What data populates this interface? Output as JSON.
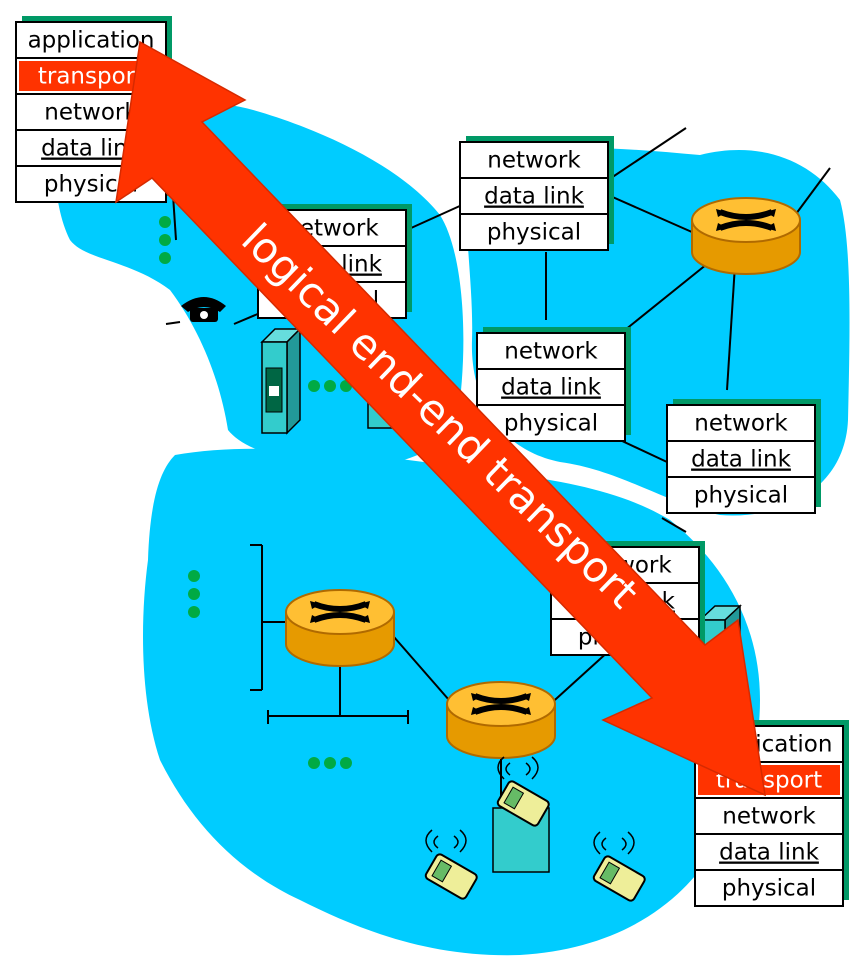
{
  "stacks": {
    "host_left": {
      "layers": [
        {
          "name": "application",
          "highlight": false,
          "underline": false
        },
        {
          "name": "transport",
          "highlight": true,
          "underline": false
        },
        {
          "name": "network",
          "highlight": false,
          "underline": false
        },
        {
          "name": "data link",
          "highlight": false,
          "underline": true
        },
        {
          "name": "physical",
          "highlight": false,
          "underline": false
        }
      ]
    },
    "router_top_center": {
      "layers": [
        {
          "name": "network",
          "highlight": false,
          "underline": false
        },
        {
          "name": "data link",
          "highlight": false,
          "underline": true
        },
        {
          "name": "physical",
          "highlight": false,
          "underline": false
        }
      ]
    },
    "router_left_net": {
      "layers": [
        {
          "name": "network",
          "highlight": false,
          "underline": false
        },
        {
          "name": "data link",
          "highlight": false,
          "underline": true
        },
        {
          "name": "physical",
          "highlight": false,
          "underline": false
        }
      ]
    },
    "router_mid_right": {
      "layers": [
        {
          "name": "network",
          "highlight": false,
          "underline": false
        },
        {
          "name": "data link",
          "highlight": false,
          "underline": true
        },
        {
          "name": "physical",
          "highlight": false,
          "underline": false
        }
      ]
    },
    "router_far_right": {
      "layers": [
        {
          "name": "network",
          "highlight": false,
          "underline": false
        },
        {
          "name": "data link",
          "highlight": false,
          "underline": true
        },
        {
          "name": "physical",
          "highlight": false,
          "underline": false
        }
      ]
    },
    "router_lower": {
      "layers": [
        {
          "name": "network",
          "highlight": false,
          "underline": false
        },
        {
          "name": "data link",
          "highlight": false,
          "underline": true
        },
        {
          "name": "physical",
          "highlight": false,
          "underline": false
        }
      ]
    },
    "host_right": {
      "layers": [
        {
          "name": "application",
          "highlight": false,
          "underline": false
        },
        {
          "name": "transport",
          "highlight": true,
          "underline": false
        },
        {
          "name": "network",
          "highlight": false,
          "underline": false
        },
        {
          "name": "data link",
          "highlight": false,
          "underline": true
        },
        {
          "name": "physical",
          "highlight": false,
          "underline": false
        }
      ]
    }
  },
  "arrow_label": "logical end-end transport",
  "colors": {
    "cloud": "#00ccff",
    "cloud_light": "#33ddff",
    "router": "#ffb400",
    "router_edge": "#c87800",
    "arrow": "#ff3300",
    "highlight": "#ff3300",
    "box_shadow": "#009966",
    "device": "#33cccc",
    "dots": "#00aa44"
  }
}
